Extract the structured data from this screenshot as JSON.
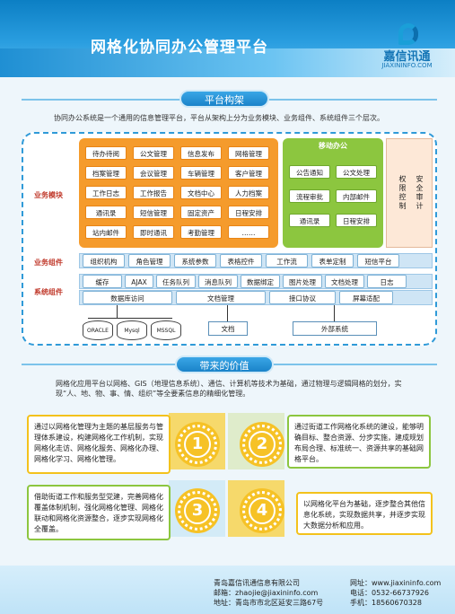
{
  "header": {
    "title": "网格化协同办公管理平台",
    "logo_name": "嘉信讯通",
    "logo_url": "JIAXININFO.COM"
  },
  "section1": {
    "title": "平台构架",
    "intro": "协同办公系统是一个通用的信息管理平台，平台从架构上分为业务模块、业务组件、系统组件三个层次。"
  },
  "arch": {
    "labels": {
      "module": "业务模块",
      "component": "业务组件",
      "system": "系统组件"
    },
    "orange": [
      "待办待阅",
      "公文管理",
      "信息发布",
      "网格管理",
      "档案管理",
      "会议管理",
      "车辆管理",
      "客户管理",
      "工作日志",
      "工作报告",
      "文档中心",
      "人力档案",
      "通讯录",
      "短信管理",
      "固定资产",
      "日程安排",
      "站内邮件",
      "即时通讯",
      "考勤管理",
      "……"
    ],
    "mobile": {
      "title": "移动办公",
      "items": [
        "公告通知",
        "公文处理",
        "流程审批",
        "内部邮件",
        "通讯录",
        "日程安排"
      ]
    },
    "side": {
      "perm": "权限控制",
      "sec": "安全审计"
    },
    "components": [
      "组织机构",
      "角色管理",
      "系统参数",
      "表格控件",
      "工作流",
      "表单定制",
      "短信平台"
    ],
    "system_row1": [
      "缓存",
      "AJAX",
      "任务队列",
      "消息队列",
      "数据绑定",
      "图片处理",
      "文档处理",
      "日志"
    ],
    "system_row2": [
      "数据库访问",
      "文档管理",
      "接口协议",
      "屏幕适配"
    ],
    "db": [
      "ORACLE",
      "Mysql",
      "MSSQL"
    ],
    "doc": "文档",
    "external": "外部系统"
  },
  "section2": {
    "title": "带来的价值",
    "intro": "网格化应用平台以网格、GIS（地理信息系统）、通信、计算机等技术为基础，通过物理与逻辑网格的划分，实现“人、地、物、事、情、组织”等全要素信息的精细化管理。"
  },
  "values": [
    {
      "num": "1",
      "text": "通过以网格化管理为主题的基层服务与管理体系建设，构建网格化工作机制，实现网格化走访、网格化服务、网格化办理、网格化学习、网格化管理。"
    },
    {
      "num": "2",
      "text": "通过街道工作网格化系统的建设，能够明确目标、整合资源、分步实施，建成规划布局合理、标准统一、资源共享的基础网格平台。"
    },
    {
      "num": "3",
      "text": "借助街道工作和服务型党建，完善网格化覆盖体制机制，强化网格化管理、网格化联动和网格化资源整合，逐步实现网格化全覆盖。"
    },
    {
      "num": "4",
      "text": "以网格化平台为基础，逐步整合其他信息化系统，实现数据共享，并逐步实现大数据分析和应用。"
    }
  ],
  "colors": {
    "blue": "#1a83c9",
    "orange": "#f59b2c",
    "green": "#8cc63f",
    "yellow": "#f6c226"
  },
  "footer": {
    "company": "青岛嘉信讯通信息有限公司",
    "email": "邮箱：zhaojie@jiaxininfo.com",
    "address": "地址：青岛市市北区延安三路67号",
    "site": "网址：www.jiaxininfo.com",
    "phone": "电话：0532-66737926",
    "mobile": "手机：18560670328"
  }
}
